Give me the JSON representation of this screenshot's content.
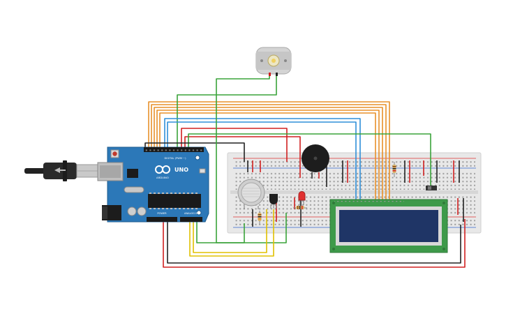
{
  "arduino": {
    "brand": "ARDUINO",
    "model": "UNO",
    "header_digital": "DIGITAL (PWM ~)",
    "header_power": "POWER",
    "header_analog": "ANALOG IN"
  },
  "colors": {
    "background": "#ffffff",
    "board_blue": "#2c78b8",
    "breadboard": "#e6e6e6",
    "wire_orange": "#e8902a",
    "wire_green": "#3aa33a",
    "wire_red": "#d02020",
    "wire_black": "#222222",
    "wire_yellow": "#e0c000",
    "wire_blue": "#2f8fd8",
    "lcd_pcb": "#3e9a4a",
    "lcd_screen": "#1f3566"
  },
  "components": [
    "arduino-uno",
    "usb-cable",
    "breadboard",
    "dc-motor",
    "piezo-buzzer",
    "gas-sensor",
    "temperature-sensor",
    "red-led",
    "resistor",
    "lcd-16x2",
    "slide-switch"
  ]
}
